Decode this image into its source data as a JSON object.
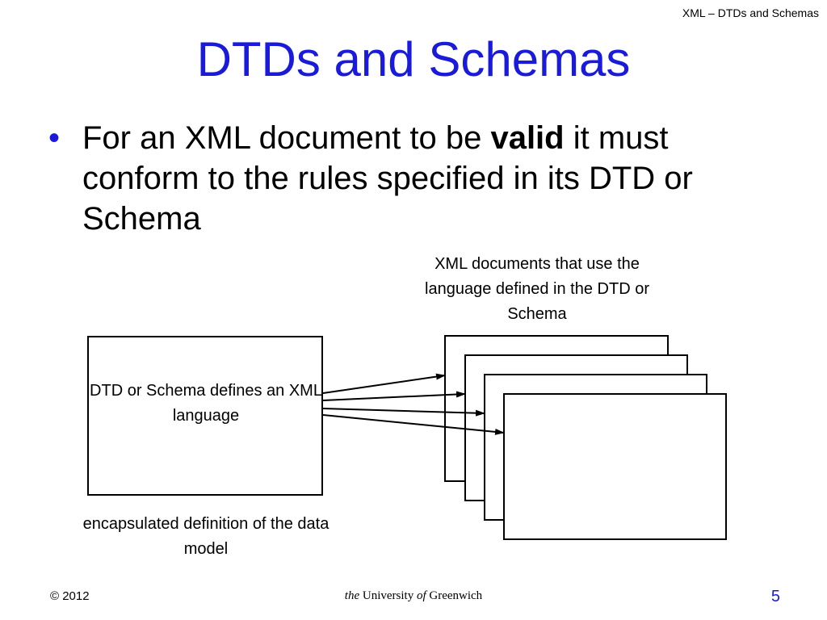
{
  "header": {
    "label": "XML – DTDs and Schemas"
  },
  "slide": {
    "title": "DTDs and Schemas",
    "bullet": {
      "before": "For an XML document to be ",
      "emphasis": "valid",
      "after": " it must conform to the rules specified in its DTD or Schema"
    }
  },
  "diagram": {
    "docs_caption": "XML documents that use the language defined in the DTD or Schema",
    "box_text": "DTD or Schema defines an XML language",
    "bottom_caption": "encapsulated definition of the data model"
  },
  "footer": {
    "copyright": "© 2012",
    "university_the": "the",
    "university_main": "University",
    "university_of": "of",
    "university_name": "Greenwich",
    "page_number": "5"
  },
  "colors": {
    "title": "#1a1adb",
    "bullet": "#1a1adb",
    "page_number": "#1a1adb"
  }
}
